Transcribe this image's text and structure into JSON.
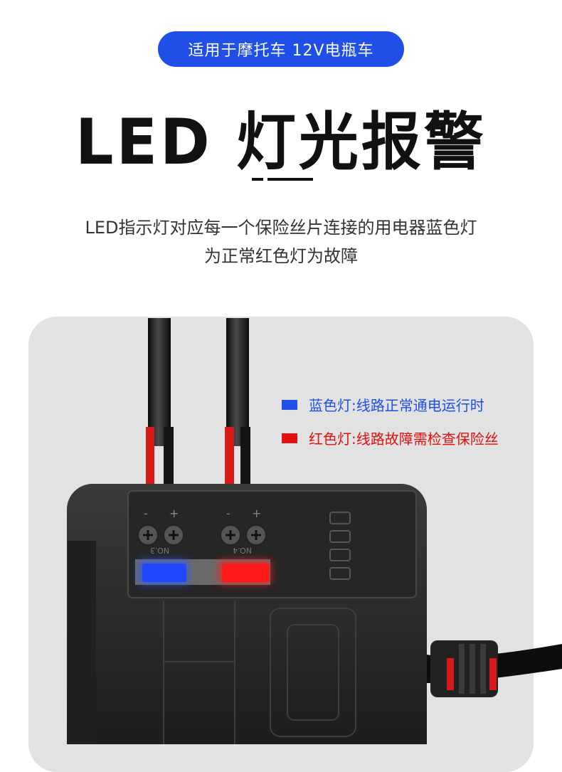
{
  "badge": {
    "text": "适用于摩托车 12V电瓶车"
  },
  "headline": {
    "text": "LED 灯光报警"
  },
  "description": {
    "line1": "LED指示灯对应每一个保险丝片连接的用电器蓝色灯",
    "line2": "为正常红色灯为故障"
  },
  "legend": {
    "blue": {
      "label": "蓝色灯:线路正常通电运行时",
      "color": "#1f4fe6"
    },
    "red": {
      "label": "红色灯:线路故障需检查保险丝",
      "color": "#e21010"
    }
  },
  "device": {
    "ports": [
      {
        "marks": [
          "-",
          "+"
        ],
        "label": "NO.3"
      },
      {
        "marks": [
          "-",
          "+"
        ],
        "label": "NO.4"
      }
    ]
  }
}
